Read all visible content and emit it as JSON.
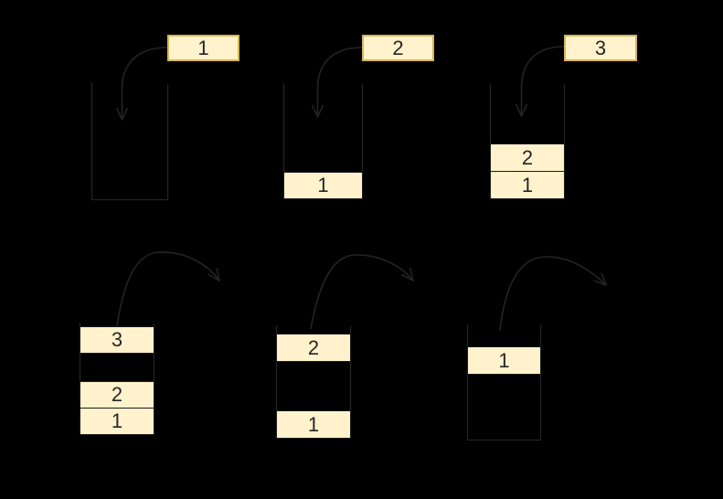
{
  "colors": {
    "background": "#000000",
    "line": "#232323",
    "box_fill": "#fff2cc",
    "floating_border": "#d6b656",
    "stack_border": "#1c1c1c",
    "label": "#262626"
  },
  "figures": [
    {
      "id": "push-1",
      "operation": "push",
      "moving_value": "1",
      "stack_values": []
    },
    {
      "id": "push-2",
      "operation": "push",
      "moving_value": "2",
      "stack_values": [
        "1"
      ]
    },
    {
      "id": "push-3",
      "operation": "push",
      "moving_value": "3",
      "stack_values": [
        "1",
        "2"
      ]
    },
    {
      "id": "pop-3",
      "operation": "pop",
      "moving_value": "3",
      "stack_values": [
        "1",
        "2"
      ]
    },
    {
      "id": "pop-2",
      "operation": "pop",
      "moving_value": "2",
      "stack_values": [
        "1"
      ]
    },
    {
      "id": "pop-1",
      "operation": "pop",
      "moving_value": "1",
      "stack_values": []
    }
  ]
}
